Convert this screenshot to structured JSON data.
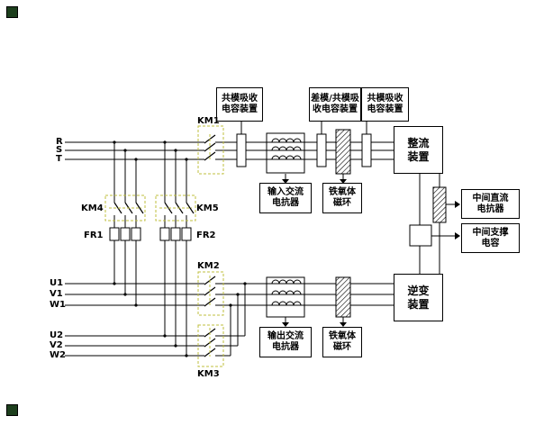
{
  "terminals": {
    "r": "R",
    "s": "S",
    "t": "T",
    "u1": "U1",
    "v1": "V1",
    "w1": "W1",
    "u2": "U2",
    "v2": "V2",
    "w2": "W2"
  },
  "devices": {
    "km1": "KM1",
    "km2": "KM2",
    "km3": "KM3",
    "km4": "KM4",
    "km5": "KM5",
    "fr1": "FR1",
    "fr2": "FR2"
  },
  "boxes": {
    "common_mode_cap_left": "共模吸收\n电容装置",
    "diff_common_mode_cap": "差模/共模吸\n收电容装置",
    "common_mode_cap_right": "共模吸收\n电容装置",
    "rectifier": "整流\n装置",
    "inverter": "逆变\n装置",
    "input_ac_reactor": "输入交流\n电抗器",
    "ferrite_ring_top": "铁氧体\n磁环",
    "output_ac_reactor": "输出交流\n电抗器",
    "ferrite_ring_bottom": "铁氧体\n磁环",
    "dc_link_reactor": "中间直流\n电抗器",
    "dc_support_capacitor": "中间支撑\n电容"
  },
  "colors": {
    "wire": "#000000",
    "contactor_dash": "#bfbf3e",
    "background": "#ffffff"
  }
}
